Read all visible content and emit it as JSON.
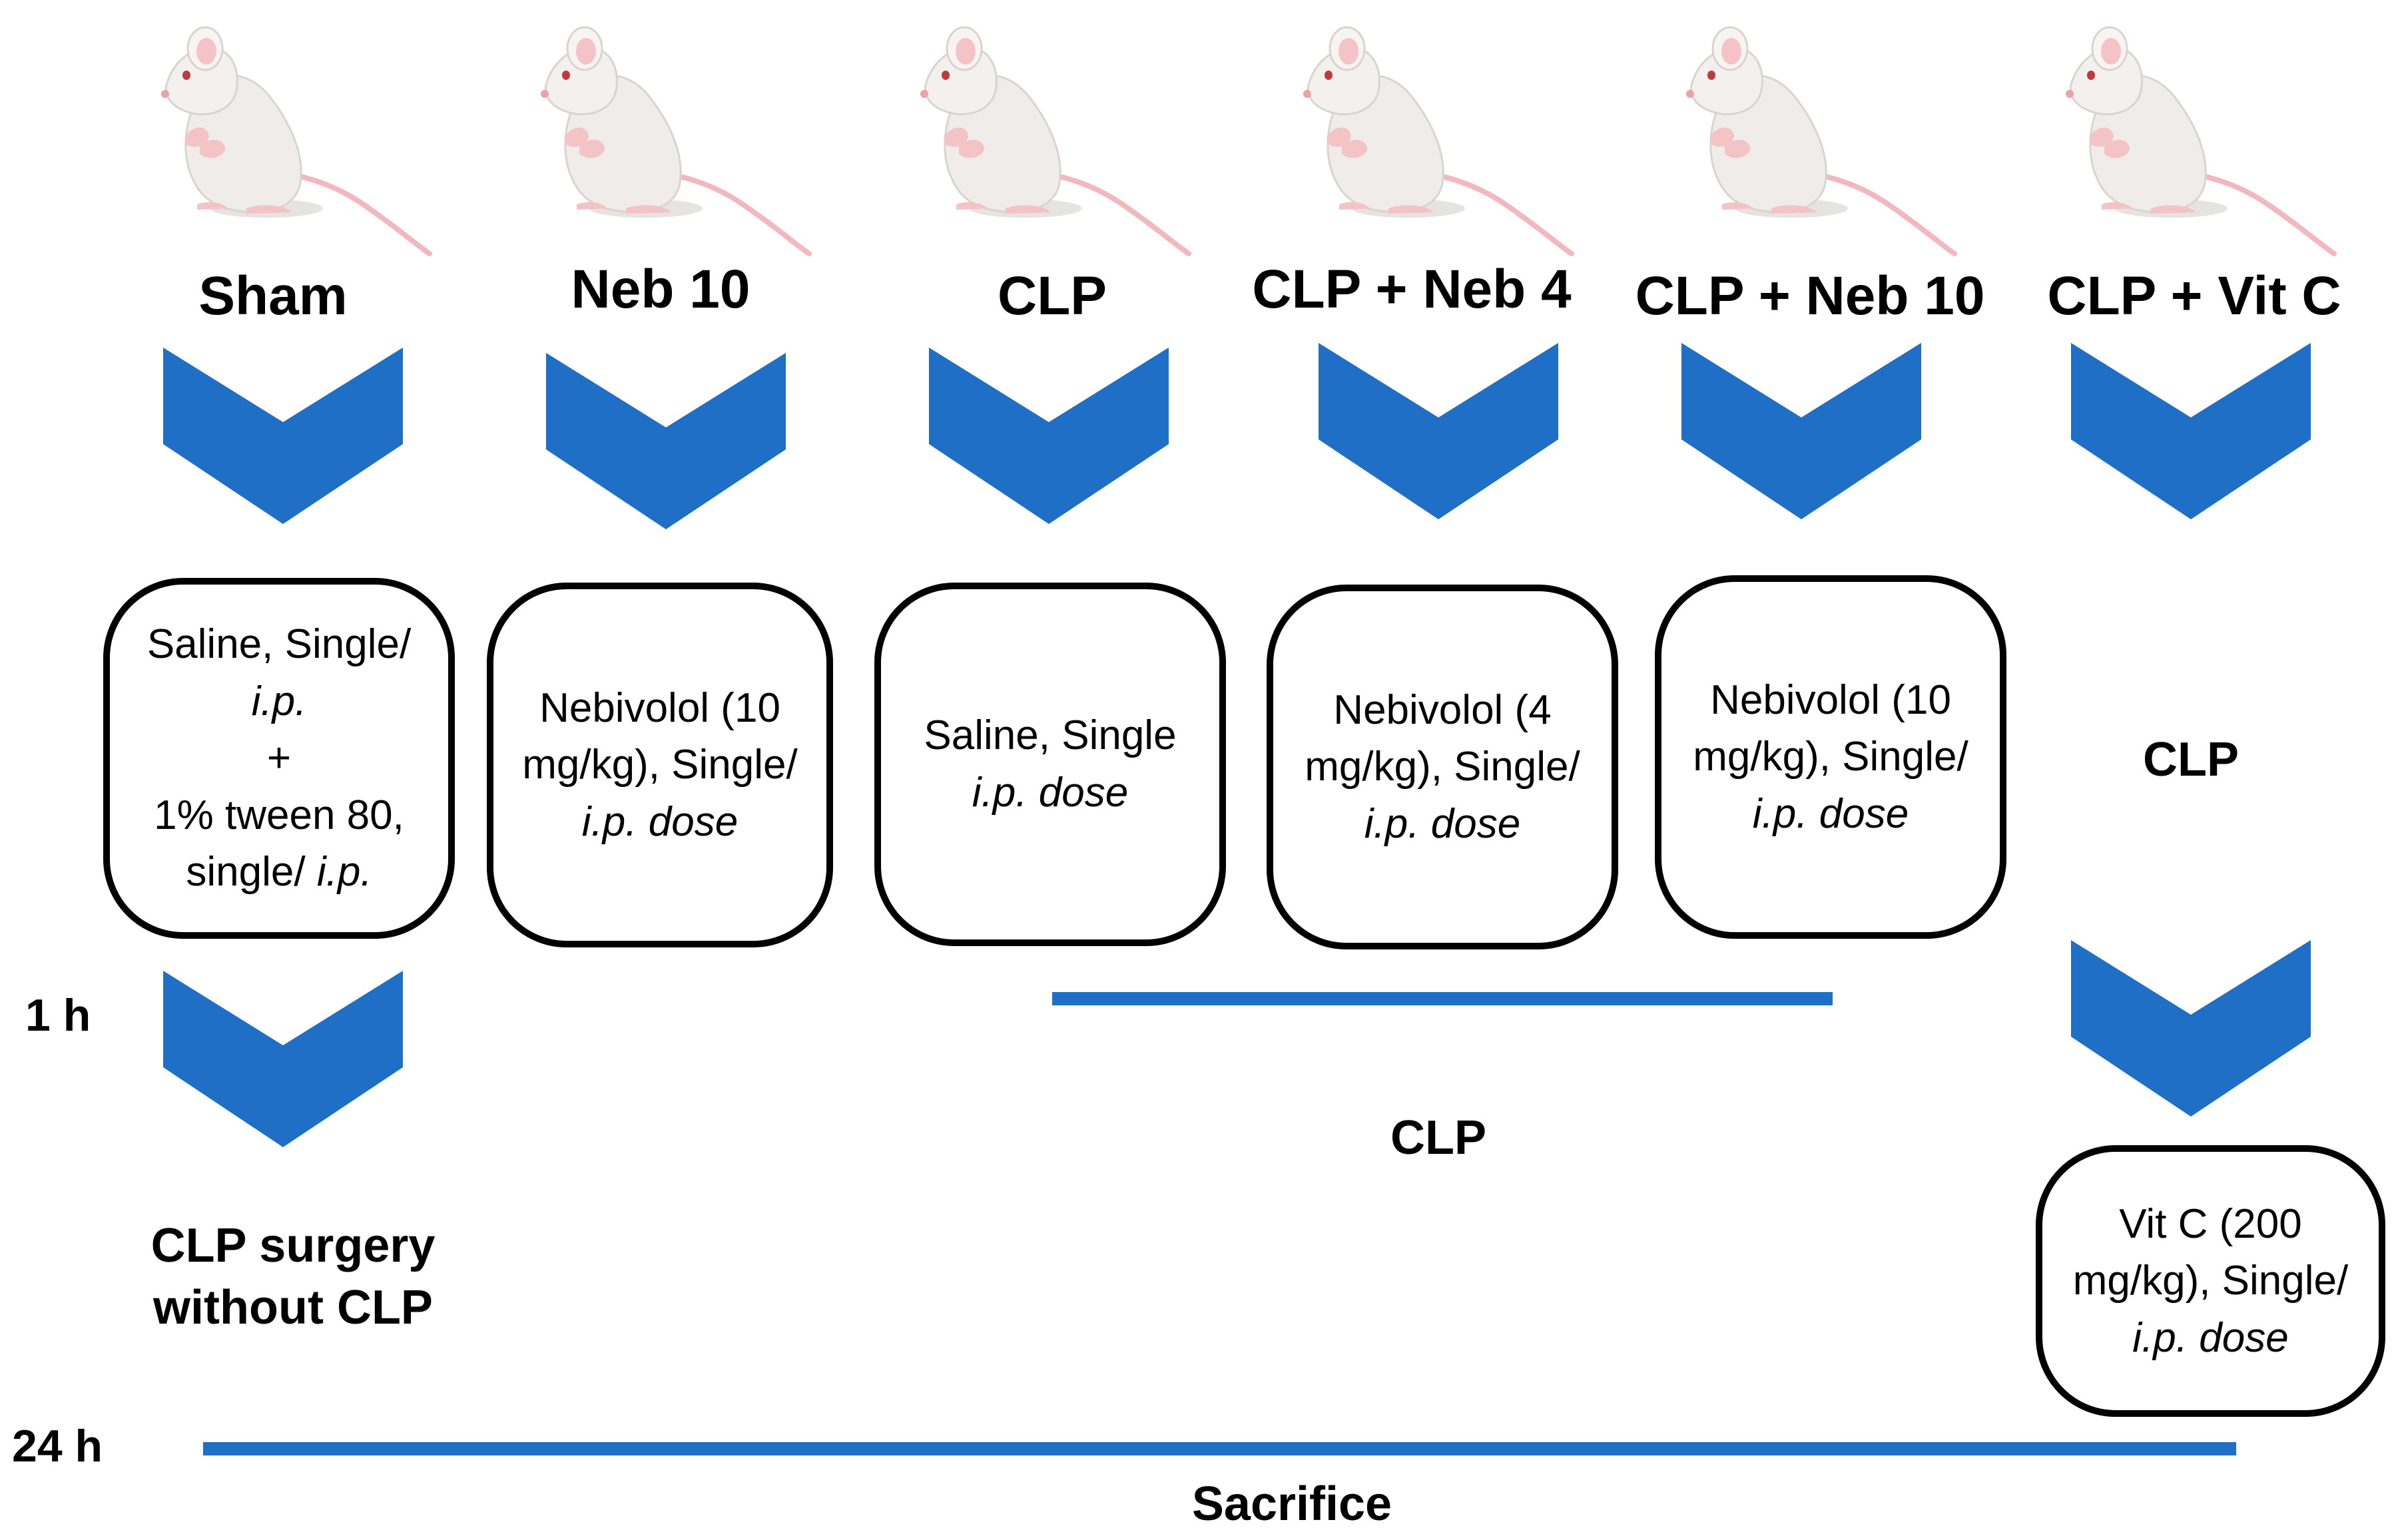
{
  "colors": {
    "accent": "#1f6fc6",
    "stroke": "#000000"
  },
  "groups": [
    {
      "title": "Sham",
      "icon": "mouse-icon"
    },
    {
      "title": "Neb 10",
      "icon": "mouse-icon"
    },
    {
      "title": "CLP",
      "icon": "mouse-icon"
    },
    {
      "title": "CLP + Neb 4",
      "icon": "mouse-icon"
    },
    {
      "title": "CLP + Neb 10",
      "icon": "mouse-icon"
    },
    {
      "title": "CLP + Vit C",
      "icon": "mouse-icon"
    }
  ],
  "boxes": {
    "sham": {
      "l1": "Saline, Single/",
      "l2": "i.p.",
      "l3": "+",
      "l4": "1% tween 80,",
      "l5a": "single/ ",
      "l5b": "i.p."
    },
    "neb10": {
      "l1": "Nebivolol (10",
      "l2": "mg/kg), Single/",
      "l3": "i.p. dose"
    },
    "clp": {
      "l1": "Saline, Single",
      "l2": "i.p. dose"
    },
    "clp_neb4": {
      "l1": "Nebivolol (4",
      "l2": "mg/kg), Single/",
      "l3": "i.p. dose"
    },
    "clp_neb10": {
      "l1": "Nebivolol (10",
      "l2": "mg/kg), Single/",
      "l3": "i.p. dose"
    },
    "vitc": {
      "l1": "Vit C (200",
      "l2": "mg/kg), Single/",
      "l3": "i.p. dose"
    }
  },
  "labels": {
    "clp_step": "CLP",
    "clp_line": "CLP",
    "sham_surgery_1": "CLP surgery",
    "sham_surgery_2": "without CLP",
    "time_1h": "1 h",
    "time_24h": "24 h",
    "sacrifice": "Sacrifice"
  }
}
